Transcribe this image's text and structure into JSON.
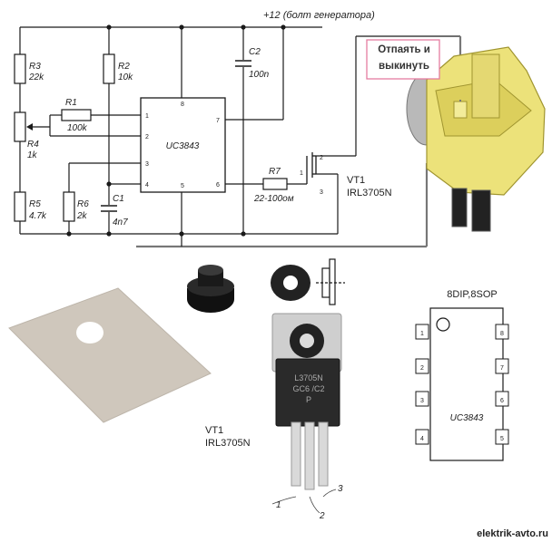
{
  "schematic": {
    "supply_label": "+12 (болт генератора)",
    "ic_label": "UC3843",
    "components": {
      "r3_name": "R3",
      "r3_value": "22k",
      "r2_name": "R2",
      "r2_value": "10k",
      "r1_name": "R1",
      "r1_value": "100k",
      "r4_name": "R4",
      "r4_value": "1k",
      "r5_name": "R5",
      "r5_value": "4.7k",
      "r6_name": "R6",
      "r6_value": "2k",
      "c1_name": "C1",
      "c1_value": "4n7",
      "c2_name": "C2",
      "c2_value": "100n",
      "r7_name": "R7",
      "r7_value": "22-100ом"
    },
    "ic_pins": {
      "p1": "1",
      "p2": "2",
      "p3": "3",
      "p4": "4",
      "p5": "5",
      "p6": "6",
      "p7": "7",
      "p8": "8"
    },
    "transistor": {
      "name": "VT1",
      "part": "IRL3705N",
      "pin_gate": "1",
      "pin_drain": "2",
      "pin_source": "3"
    }
  },
  "regulator_callout": "Отпаять и выкинуть",
  "transistor_photo": {
    "name": "VT1",
    "part": "IRL3705N",
    "pin1": "1",
    "pin2": "2",
    "pin3": "3",
    "marking_line1": "L3705N",
    "marking_line2": "GC6 /C2",
    "marking_line3": "P"
  },
  "package": {
    "title": "8DIP,8SOP",
    "chip_label": "UC3843",
    "pins_left": [
      "1",
      "2",
      "3",
      "4"
    ],
    "pins_right": [
      "8",
      "7",
      "6",
      "5"
    ]
  },
  "watermark": "elektrik-avto.ru",
  "colors": {
    "wire": "#1a1a1a",
    "wire_grey": "#666666",
    "regulator_body": "#ece27a",
    "pad": "#cfc7bc",
    "rubber": "#111111"
  }
}
